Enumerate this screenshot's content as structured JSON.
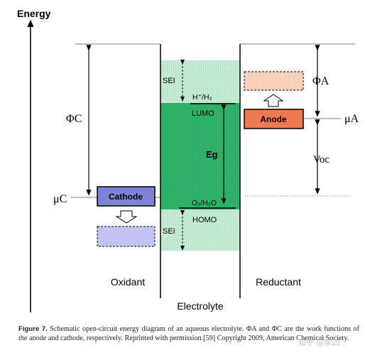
{
  "diagram": {
    "energy_label": "Energy",
    "phi_c": "ΦC",
    "phi_a": "ΦA",
    "mu_c": "μC",
    "mu_a": "μA",
    "voc": "Voc",
    "sei_top": "SEI",
    "sei_bottom": "SEI",
    "h_couple": "H⁺/H₂",
    "lumo": "LUMO",
    "o_couple": "O₂/H₂O",
    "homo": "HOMO",
    "eg": "Eg",
    "cathode": "Cathode",
    "anode": "Anode",
    "oxidant": "Oxidant",
    "reductant": "Reductant",
    "electrolyte": "Electrolyte"
  },
  "caption": {
    "label": "Figure 7.",
    "text": "Schematic open-circuit energy diagram of an aqueous electrolyte. ΦA and ΦC are the work functions of the anode and cathode, respectively. Reprinted with permission.[59] Copyright 2009, American Chemical Society."
  },
  "watermark": "知乎 @李四",
  "colors": {
    "green_band": "#2fb36a",
    "sei_zone": "#c8ead4",
    "cathode_fill": "#7f83d6",
    "anode_fill": "#f07a4e"
  }
}
